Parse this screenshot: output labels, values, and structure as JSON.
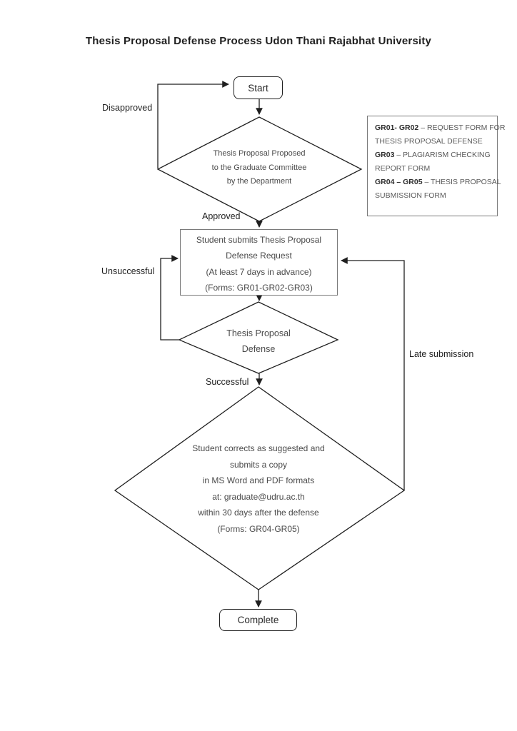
{
  "title": "Thesis Proposal Defense Process Udon Thani Rajabhat University",
  "nodes": {
    "start": {
      "label": "Start"
    },
    "review": {
      "lines": [
        "Thesis Proposal Proposed",
        "to the Graduate Committee",
        "by the Department"
      ]
    },
    "submit_request": {
      "lines": [
        "Student submits Thesis Proposal",
        "Defense Request",
        "(At least 7 days in advance)",
        "(Forms: GR01-GR02-GR03)"
      ]
    },
    "defense": {
      "lines": [
        "Thesis Proposal",
        "Defense"
      ]
    },
    "corrections": {
      "lines": [
        "Student corrects as suggested and",
        "submits a copy",
        "in MS Word and PDF formats",
        "at: graduate@udru.ac.th",
        "within 30 days after the defense",
        "(Forms: GR04-GR05)"
      ]
    },
    "complete": {
      "label": "Complete"
    }
  },
  "edge_labels": {
    "disapproved": "Disapproved",
    "approved": "Approved",
    "unsuccessful": "Unsuccessful",
    "successful": "Successful",
    "late_submission": "Late submission"
  },
  "legend": {
    "lines": [
      {
        "code": "GR01- GR02",
        "text": " – REQUEST FORM FOR"
      },
      {
        "code": "",
        "text": "THESIS PROPOSAL DEFENSE"
      },
      {
        "code": "GR03",
        "text": " – PLAGIARISM CHECKING"
      },
      {
        "code": "",
        "text": "REPORT FORM"
      },
      {
        "code": "GR04 – GR05",
        "text": " – THESIS PROPOSAL"
      },
      {
        "code": "",
        "text": "SUBMISSION FORM"
      }
    ]
  },
  "colors": {
    "connector": "#1f1f1f",
    "box_border": "#7a7a7a",
    "node_text": "#4a4a4a",
    "label_text": "#1f1f1f"
  }
}
